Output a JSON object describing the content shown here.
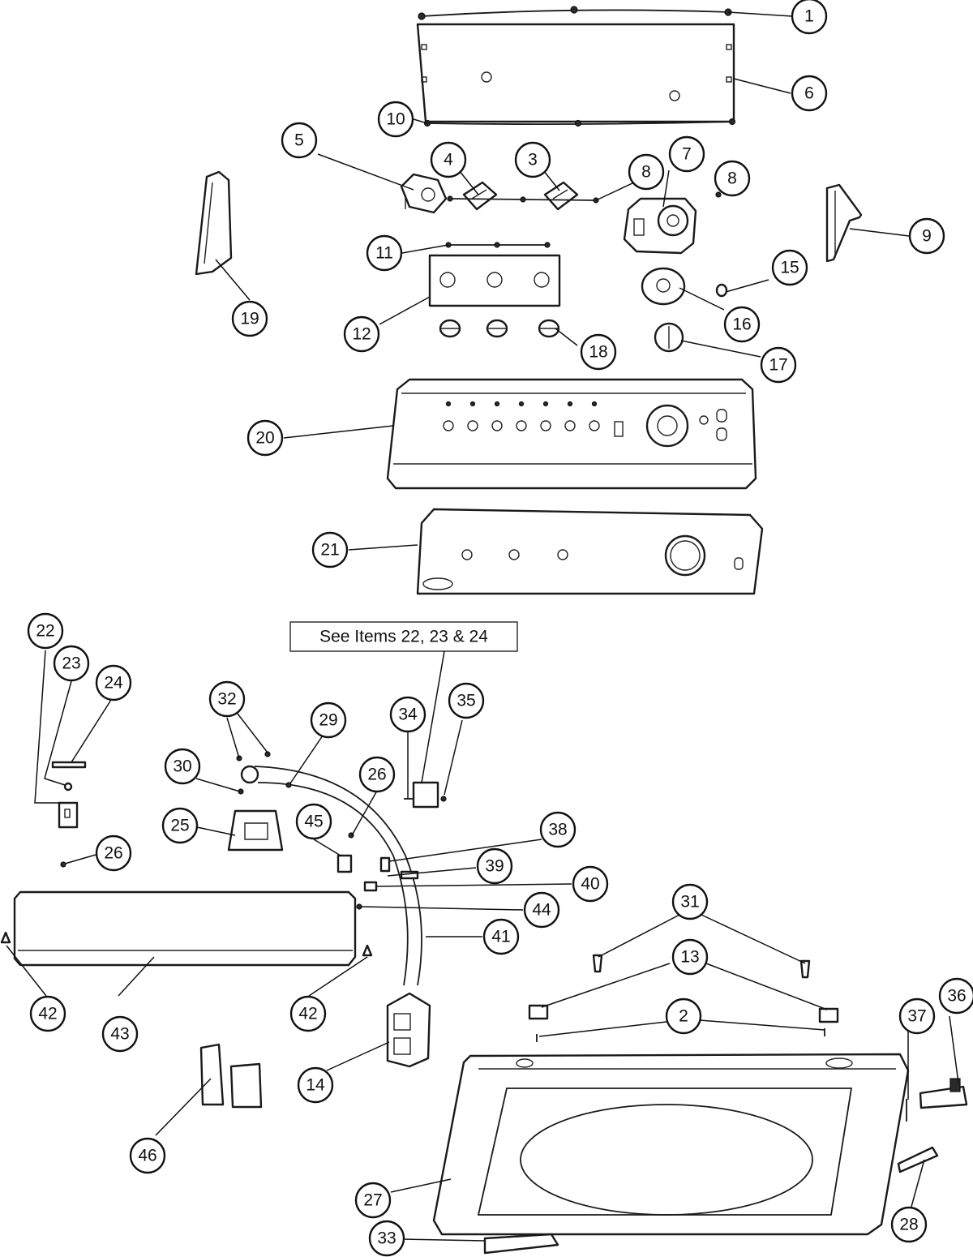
{
  "diagram": {
    "note": "See Items 22, 23 & 24",
    "callouts": [
      "1",
      "2",
      "3",
      "4",
      "5",
      "6",
      "7",
      "8",
      "8",
      "9",
      "10",
      "11",
      "12",
      "13",
      "14",
      "15",
      "16",
      "17",
      "18",
      "19",
      "20",
      "21",
      "22",
      "23",
      "24",
      "25",
      "26",
      "26",
      "27",
      "28",
      "29",
      "30",
      "31",
      "32",
      "33",
      "34",
      "35",
      "36",
      "37",
      "38",
      "39",
      "40",
      "41",
      "42",
      "42",
      "43",
      "44",
      "45",
      "46"
    ]
  }
}
